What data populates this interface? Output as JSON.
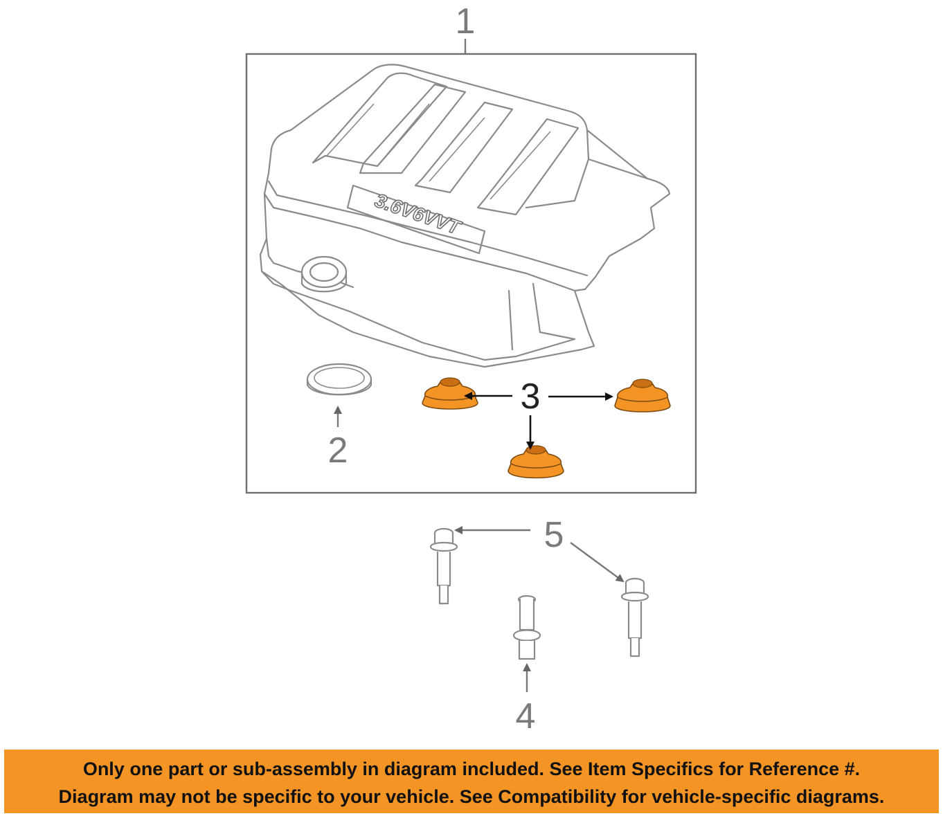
{
  "diagram": {
    "callouts": {
      "cover": "1",
      "seal": "2",
      "grommet": "3",
      "bolt": "4",
      "stud": "5"
    },
    "emblem_text": "3.6V6VVT",
    "colors": {
      "highlight": "#f39425",
      "outline": "#8a8a8a",
      "banner": "#f39425"
    }
  },
  "banner": {
    "line1": "Only one part or sub-assembly in diagram included. See Item Specifics for Reference #.",
    "line2": "Diagram may not be specific to your vehicle. See Compatibility for vehicle-specific diagrams."
  }
}
